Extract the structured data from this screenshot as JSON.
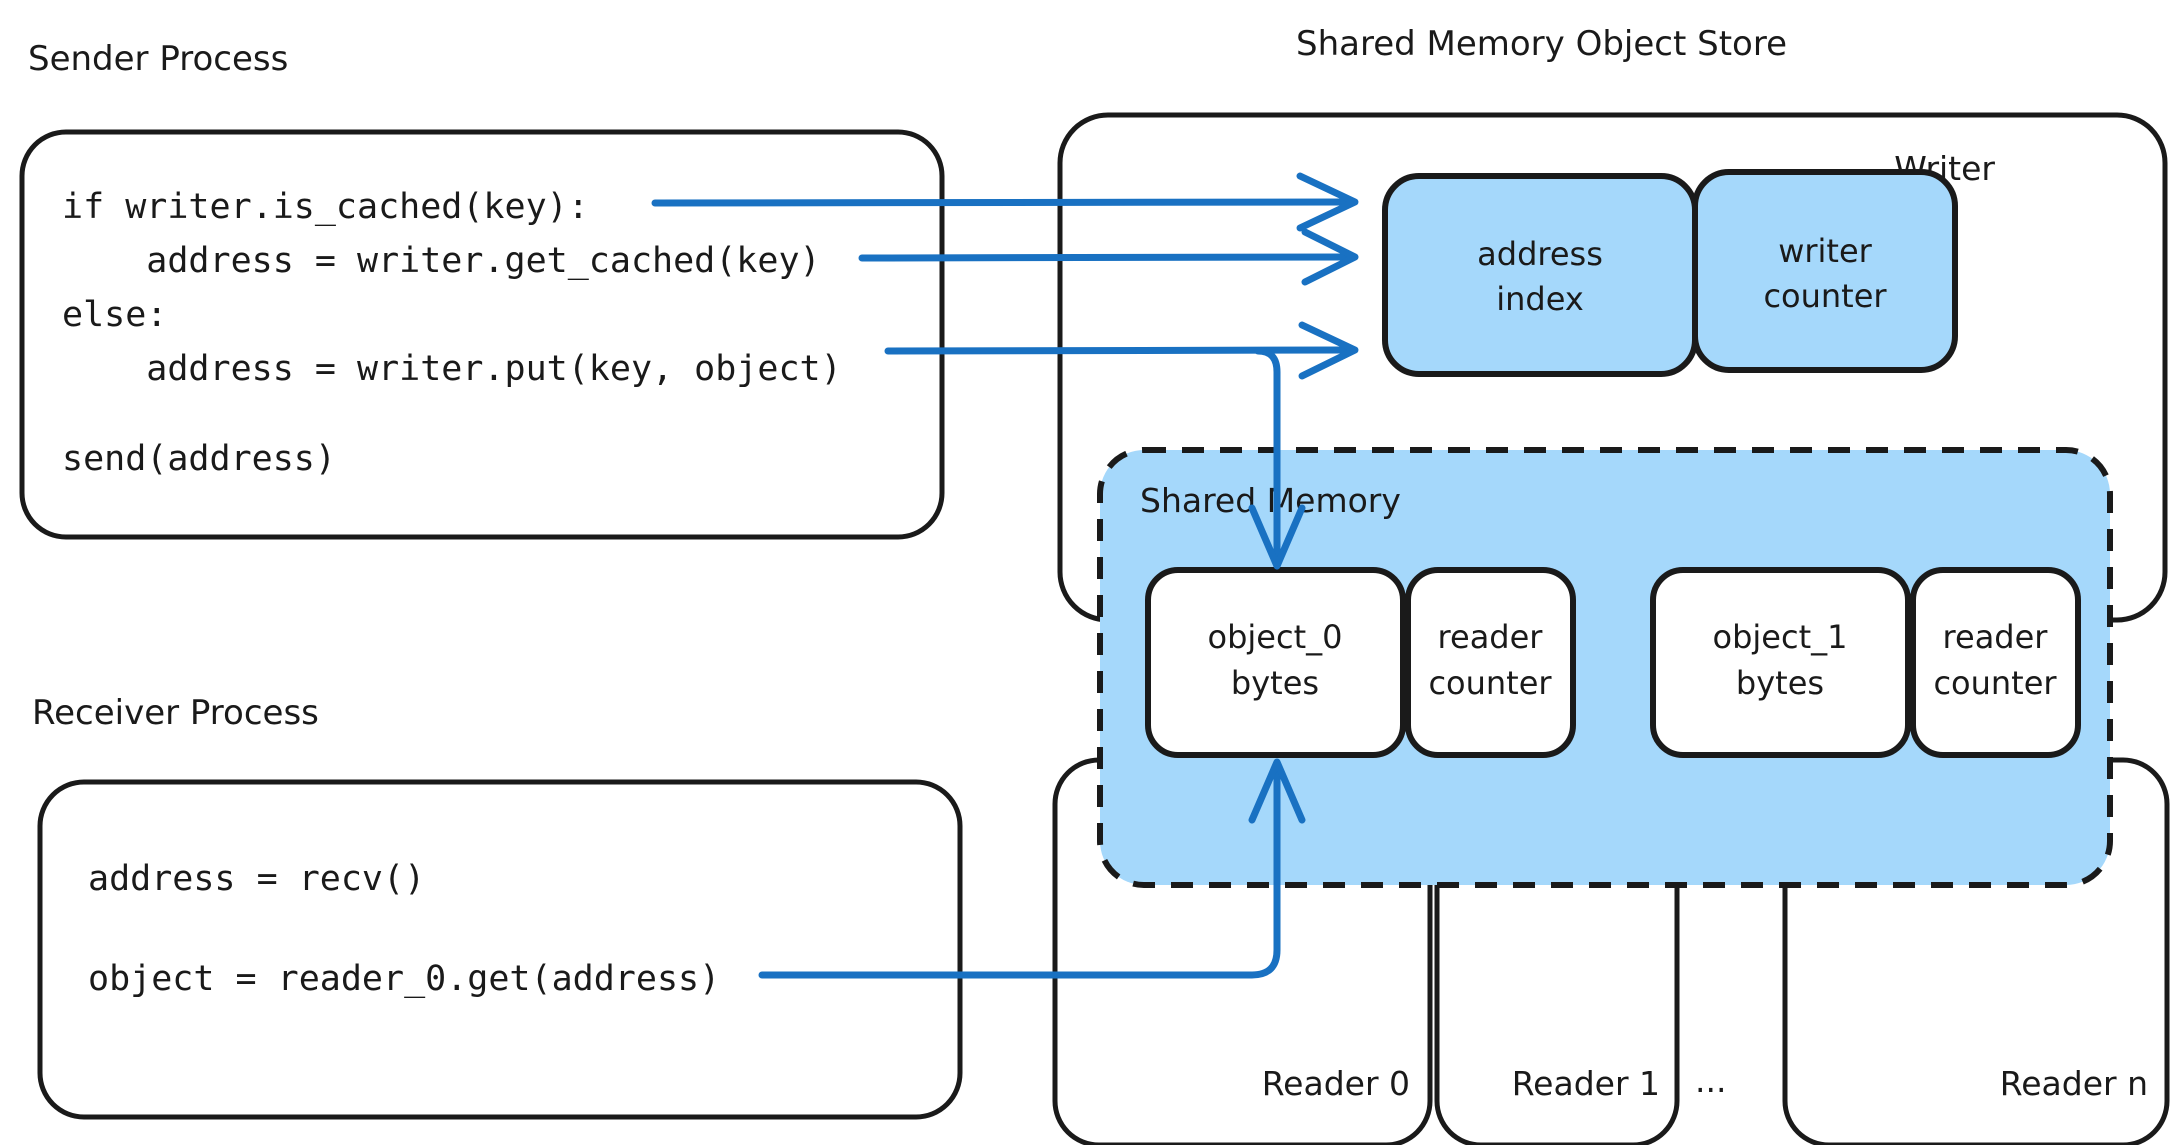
{
  "diagram": {
    "title_sender": "Sender Process",
    "title_receiver": "Receiver Process",
    "title_store": "Shared Memory Object Store"
  },
  "sender": {
    "code_lines": [
      "if writer.is_cached(key):",
      "    address = writer.get_cached(key)",
      "else:",
      "    address = writer.put(key, object)",
      "",
      "send(address)"
    ],
    "line1": "if writer.is_cached(key):",
    "line2": "    address = writer.get_cached(key)",
    "line3": "else:",
    "line4": "    address = writer.put(key, object)",
    "line5": "send(address)"
  },
  "receiver": {
    "line1": "address = recv()",
    "line2": "object = reader_0.get(address)"
  },
  "writer": {
    "label": "Writer",
    "cells": [
      {
        "line1": "address",
        "line2": "index"
      },
      {
        "line1": "writer",
        "line2": "counter"
      }
    ],
    "cell_address_index_line1": "address",
    "cell_address_index_line2": "index",
    "cell_writer_counter_line1": "writer",
    "cell_writer_counter_line2": "counter"
  },
  "shared_memory": {
    "label": "Shared Memory",
    "slots": [
      {
        "object_line1": "object_0",
        "object_line2": "bytes",
        "counter_line1": "reader",
        "counter_line2": "counter"
      },
      {
        "object_line1": "object_1",
        "object_line2": "bytes",
        "counter_line1": "reader",
        "counter_line2": "counter"
      }
    ],
    "slot0_object_line1": "object_0",
    "slot0_object_line2": "bytes",
    "slot0_counter_line1": "reader",
    "slot0_counter_line2": "counter",
    "slot1_object_line1": "object_1",
    "slot1_object_line2": "bytes",
    "slot1_counter_line1": "reader",
    "slot1_counter_line2": "counter"
  },
  "readers": {
    "items": [
      {
        "label": "Reader 0"
      },
      {
        "label": "Reader 1"
      },
      {
        "label": "Reader n"
      }
    ],
    "reader0_label": "Reader 0",
    "reader1_label": "Reader 1",
    "readern_label": "Reader n",
    "ellipsis": "..."
  },
  "colors": {
    "accent_blue": "#1971c2",
    "fill_light_blue": "#a5d8fb",
    "stroke_black": "#1a1a1a",
    "background": "#ffffff"
  }
}
